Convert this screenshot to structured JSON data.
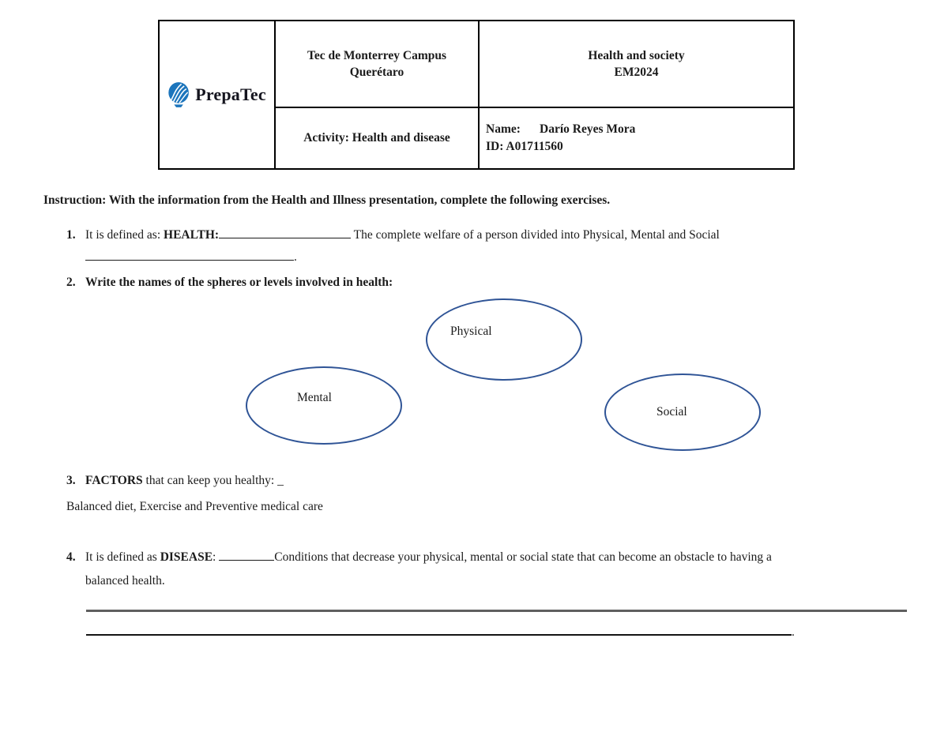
{
  "header": {
    "logo_text": "PrepaTec",
    "logo_blue": "#1C75BC",
    "cells": {
      "institution_line1": "Tec de Monterrey Campus",
      "institution_line2": "Querétaro",
      "course_line1": "Health and society",
      "course_line2": "EM2024",
      "activity": "Activity: Health and disease",
      "name_label": "Name:",
      "name_value": "Darío Reyes Mora",
      "id_label": "ID:",
      "id_value": "A01711560"
    }
  },
  "instruction": "Instruction: With the information from the Health and Illness presentation, complete the following exercises.",
  "exercise1": {
    "number": "1.",
    "prefix": "It is defined as: ",
    "term": "HEALTH:",
    "answer": " The complete welfare of a person divided into Physical, Mental and Social",
    "line2_period": "."
  },
  "exercise2": {
    "number": "2.",
    "prompt": "Write the names of the spheres or levels involved in health:"
  },
  "spheres": {
    "stroke_color": "#2F5496",
    "physical": "Physical",
    "mental": "Mental",
    "social": "Social"
  },
  "exercise3": {
    "number": "3.",
    "term": "FACTORS",
    "rest": " that can keep you healthy: _",
    "answer": "Balanced diet, Exercise and Preventive medical care"
  },
  "exercise4": {
    "number": "4.",
    "prefix": "It is defined as ",
    "term": "DISEASE",
    "separator": ": ",
    "answer_line1": "Conditions that decrease your physical, mental or social state that can become an obstacle to having a",
    "answer_line2": "balanced health.",
    "trailing_period": "."
  }
}
